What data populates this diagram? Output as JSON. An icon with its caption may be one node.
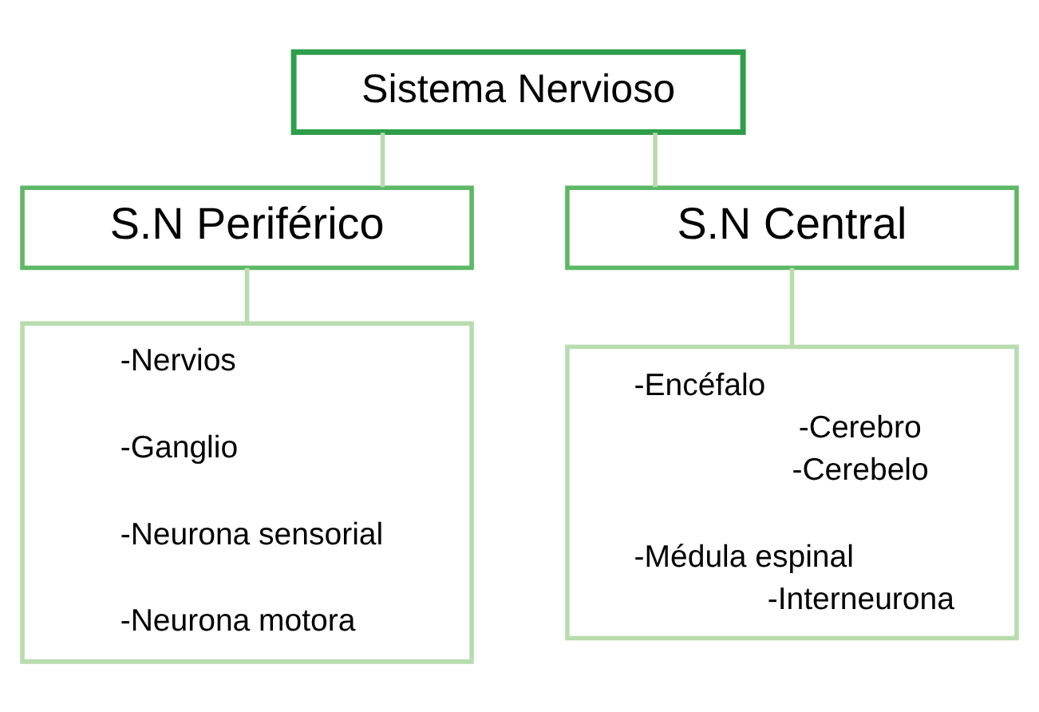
{
  "diagram": {
    "nodes": [
      {
        "text": [
          "Sistema Nervioso"
        ]
      },
      {
        "text": [
          "S.N Periférico"
        ]
      },
      {
        "text": [
          "S.N Central"
        ]
      },
      {
        "text": [
          "-Nervios",
          "-Ganglio",
          "-Neurona sensorial",
          "-Neurona motora"
        ]
      },
      {
        "text": [
          "-Encéfalo",
          "-Cerebro",
          "-Cerebelo",
          "-Médula espinal",
          "-Interneurona"
        ]
      }
    ],
    "edges": [
      {
        "from": 0,
        "to": 1,
        "arrow": "none"
      },
      {
        "from": 0,
        "to": 2,
        "arrow": "none"
      },
      {
        "from": 1,
        "to": 3,
        "arrow": "none"
      },
      {
        "from": 2,
        "to": 4,
        "arrow": "none"
      }
    ]
  }
}
